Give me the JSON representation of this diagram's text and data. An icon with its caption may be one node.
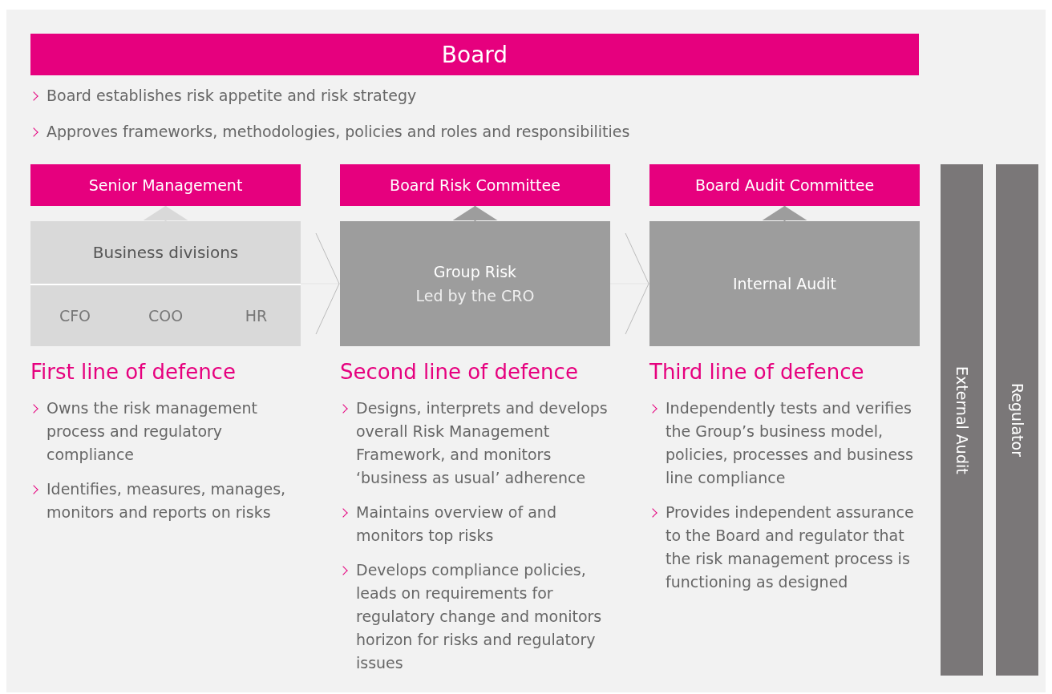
{
  "diagram": {
    "nodes": [
      {
        "text": [
          "Board"
        ]
      },
      {
        "text": [
          "Senior Management"
        ]
      },
      {
        "text": [
          "Business divisions"
        ]
      },
      {
        "text": [
          "CFO"
        ],
        "in": 2
      },
      {
        "text": [
          "COO"
        ],
        "in": 2
      },
      {
        "text": [
          "HR"
        ],
        "in": 2
      },
      {
        "text": [
          "Board Risk Committee"
        ]
      },
      {
        "text": [
          "Group Risk",
          "Led by the CRO"
        ]
      },
      {
        "text": [
          "Board Audit Committee"
        ]
      },
      {
        "text": [
          "Internal Audit"
        ]
      },
      {
        "text": [
          "External Audit"
        ]
      },
      {
        "text": [
          "Regulator"
        ]
      }
    ],
    "edges": [
      {
        "from": 2,
        "to": 7,
        "arrow": "to"
      },
      {
        "from": 7,
        "to": 9,
        "arrow": "to"
      },
      {
        "from": 2,
        "to": 1,
        "arrow": "to"
      },
      {
        "from": 7,
        "to": 6,
        "arrow": "to"
      },
      {
        "from": 9,
        "to": 8,
        "arrow": "to"
      }
    ],
    "labels": [
      "Board establishes risk appetite and risk strategy",
      "Approves frameworks, methodologies, policies and roles and responsibilities",
      "First line of defence",
      "Owns the risk management process and regulatory compliance",
      "Identifies, measures, manages, monitors and reports on risks",
      "Second line of defence",
      "Designs, interprets and develops overall Risk Management Framework, and monitors ‘business as usual’ adherence",
      "Maintains overview of and monitors top risks",
      "Develops compliance policies, leads on requirements for regulatory change and monitors horizon for risks and regulatory issues",
      "Third line of defence",
      "Independently tests and verifies the Group’s business model, policies, processes and business line compliance",
      "Provides independent assurance to the Board and regulator that the risk management process is functioning as designed"
    ]
  }
}
